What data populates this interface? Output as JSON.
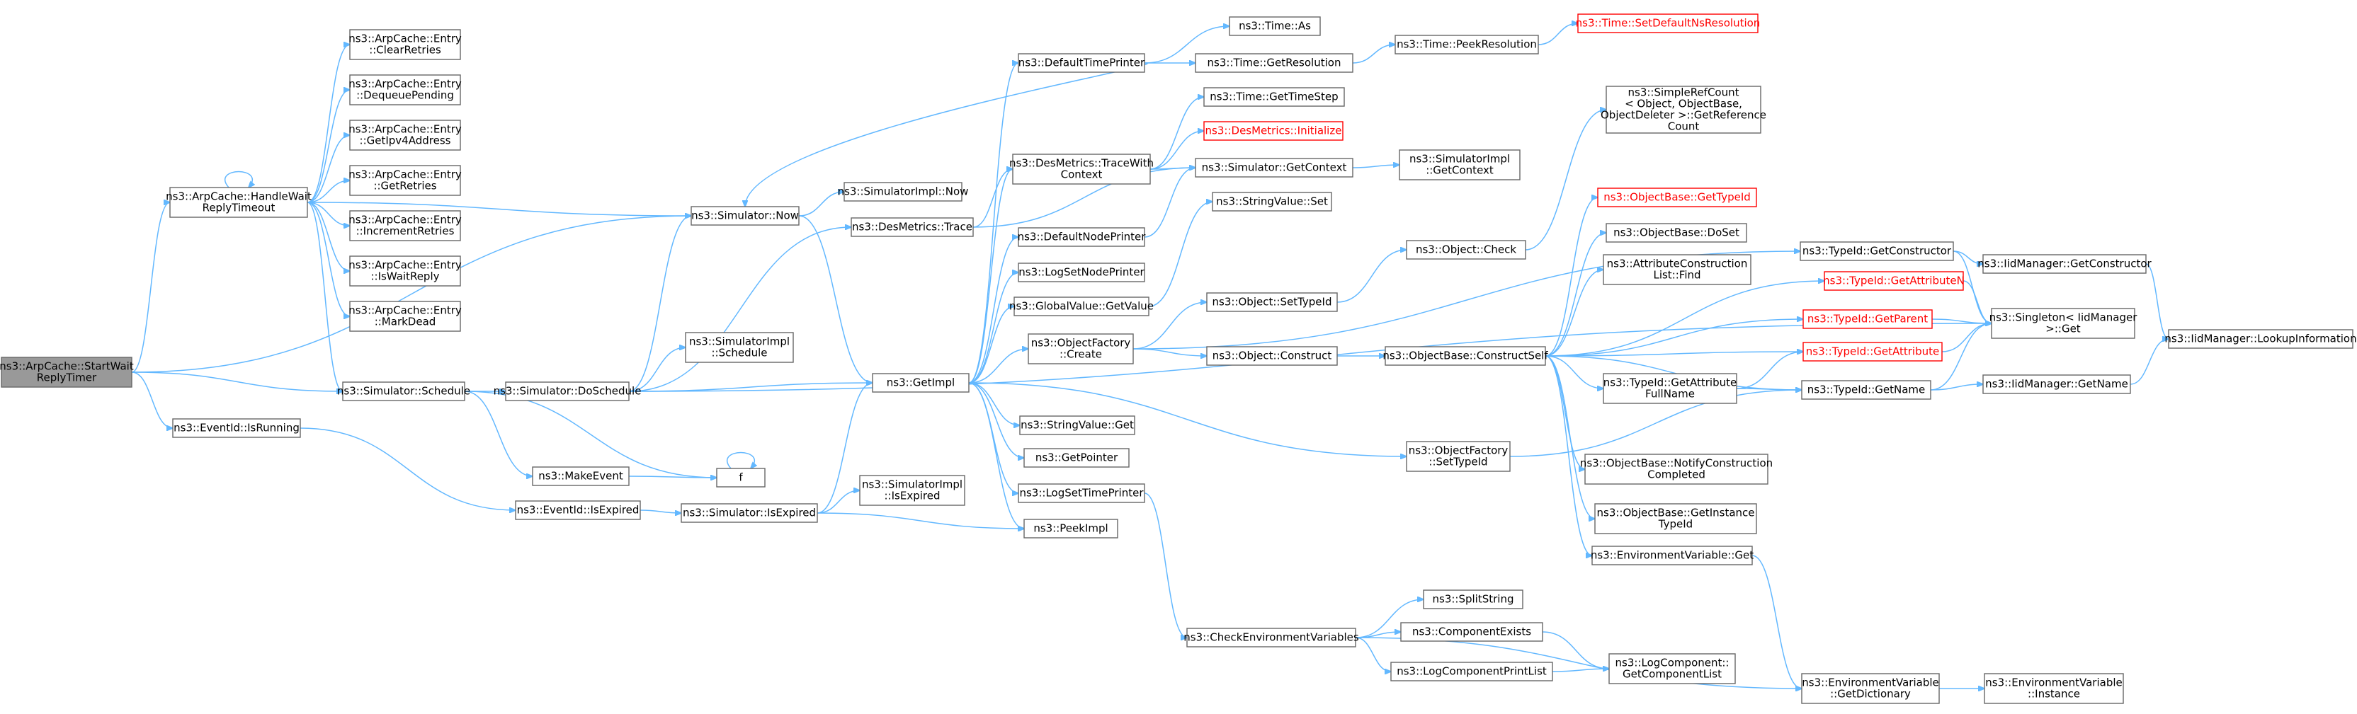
{
  "nodes": [
    {
      "id": "startwait",
      "lines": [
        "ns3::ArpCache::StartWait",
        "ReplyTimer"
      ],
      "root": true
    },
    {
      "id": "handlewait",
      "lines": [
        "ns3::ArpCache::HandleWait",
        "ReplyTimeout"
      ]
    },
    {
      "id": "clearretries",
      "lines": [
        "ns3::ArpCache::Entry",
        "::ClearRetries"
      ]
    },
    {
      "id": "dequeuepending",
      "lines": [
        "ns3::ArpCache::Entry",
        "::DequeuePending"
      ]
    },
    {
      "id": "getipv4",
      "lines": [
        "ns3::ArpCache::Entry",
        "::GetIpv4Address"
      ]
    },
    {
      "id": "getretries",
      "lines": [
        "ns3::ArpCache::Entry",
        "::GetRetries"
      ]
    },
    {
      "id": "incretries",
      "lines": [
        "ns3::ArpCache::Entry",
        "::IncrementRetries"
      ]
    },
    {
      "id": "iswaitreply",
      "lines": [
        "ns3::ArpCache::Entry",
        "::IsWaitReply"
      ]
    },
    {
      "id": "markdead",
      "lines": [
        "ns3::ArpCache::Entry",
        "::MarkDead"
      ]
    },
    {
      "id": "simnow",
      "lines": [
        "ns3::Simulator::Now"
      ]
    },
    {
      "id": "simimplnow",
      "lines": [
        "ns3::SimulatorImpl::Now"
      ]
    },
    {
      "id": "desmtrace",
      "lines": [
        "ns3::DesMetrics::Trace"
      ]
    },
    {
      "id": "simschedule",
      "lines": [
        "ns3::Simulator::Schedule"
      ]
    },
    {
      "id": "simdoschedule",
      "lines": [
        "ns3::Simulator::DoSchedule"
      ]
    },
    {
      "id": "simimplschedule",
      "lines": [
        "ns3::SimulatorImpl",
        "::Schedule"
      ]
    },
    {
      "id": "eventisrunning",
      "lines": [
        "ns3::EventId::IsRunning"
      ]
    },
    {
      "id": "makeevent",
      "lines": [
        "ns3::MakeEvent"
      ]
    },
    {
      "id": "f",
      "lines": [
        "f"
      ]
    },
    {
      "id": "eventisexpired",
      "lines": [
        "ns3::EventId::IsExpired"
      ]
    },
    {
      "id": "simisexpired",
      "lines": [
        "ns3::Simulator::IsExpired"
      ]
    },
    {
      "id": "simimplisexpired",
      "lines": [
        "ns3::SimulatorImpl",
        "::IsExpired"
      ]
    },
    {
      "id": "getimpl",
      "lines": [
        "ns3::GetImpl"
      ]
    },
    {
      "id": "deftimeprinter",
      "lines": [
        "ns3::DefaultTimePrinter"
      ]
    },
    {
      "id": "desmtracewith",
      "lines": [
        "ns3::DesMetrics::TraceWith",
        "Context"
      ]
    },
    {
      "id": "defnodeprinter",
      "lines": [
        "ns3::DefaultNodePrinter"
      ]
    },
    {
      "id": "logsetnodeprinter",
      "lines": [
        "ns3::LogSetNodePrinter"
      ]
    },
    {
      "id": "globalvalueget",
      "lines": [
        "ns3::GlobalValue::GetValue"
      ]
    },
    {
      "id": "objfactorycreate",
      "lines": [
        "ns3::ObjectFactory",
        "::Create"
      ]
    },
    {
      "id": "stringvalueget",
      "lines": [
        "ns3::StringValue::Get"
      ]
    },
    {
      "id": "getpointer",
      "lines": [
        "ns3::GetPointer"
      ]
    },
    {
      "id": "logsettimeprinter",
      "lines": [
        "ns3::LogSetTimePrinter"
      ]
    },
    {
      "id": "peekimpl",
      "lines": [
        "ns3::PeekImpl"
      ]
    },
    {
      "id": "timeas",
      "lines": [
        "ns3::Time::As"
      ]
    },
    {
      "id": "timegetres",
      "lines": [
        "ns3::Time::GetResolution"
      ]
    },
    {
      "id": "timegetstep",
      "lines": [
        "ns3::Time::GetTimeStep"
      ]
    },
    {
      "id": "desminit",
      "lines": [
        "ns3::DesMetrics::Initialize"
      ],
      "red": true
    },
    {
      "id": "simgetcontext",
      "lines": [
        "ns3::Simulator::GetContext"
      ]
    },
    {
      "id": "stringvalueset",
      "lines": [
        "ns3::StringValue::Set"
      ]
    },
    {
      "id": "objsettypeid",
      "lines": [
        "ns3::Object::SetTypeId"
      ]
    },
    {
      "id": "objconstruct",
      "lines": [
        "ns3::Object::Construct"
      ]
    },
    {
      "id": "objfactorysettypeid",
      "lines": [
        "ns3::ObjectFactory",
        "::SetTypeId"
      ]
    },
    {
      "id": "checkenv",
      "lines": [
        "ns3::CheckEnvironmentVariables"
      ]
    },
    {
      "id": "timepeekres",
      "lines": [
        "ns3::Time::PeekResolution"
      ]
    },
    {
      "id": "timesetdefns",
      "lines": [
        "ns3::Time::SetDefaultNsResolution"
      ],
      "red": true
    },
    {
      "id": "simimplgetcontext",
      "lines": [
        "ns3::SimulatorImpl",
        "::GetContext"
      ]
    },
    {
      "id": "objcheck",
      "lines": [
        "ns3::Object::Check"
      ]
    },
    {
      "id": "objbaseconstructself",
      "lines": [
        "ns3::ObjectBase::ConstructSelf"
      ]
    },
    {
      "id": "simplerefcount",
      "lines": [
        "ns3::SimpleRefCount",
        "< Object, ObjectBase,",
        "ObjectDeleter >::GetReference",
        "Count"
      ]
    },
    {
      "id": "objbasegettypeid",
      "lines": [
        "ns3::ObjectBase::GetTypeId"
      ],
      "red": true
    },
    {
      "id": "objbasedoset",
      "lines": [
        "ns3::ObjectBase::DoSet"
      ]
    },
    {
      "id": "attrconstructionfind",
      "lines": [
        "ns3::AttributeConstruction",
        "List::Find"
      ]
    },
    {
      "id": "typeidgetattrfullname",
      "lines": [
        "ns3::TypeId::GetAttribute",
        "FullName"
      ]
    },
    {
      "id": "objbasenotify",
      "lines": [
        "ns3::ObjectBase::NotifyConstruction",
        "Completed"
      ]
    },
    {
      "id": "objbasegetinstance",
      "lines": [
        "ns3::ObjectBase::GetInstance",
        "TypeId"
      ]
    },
    {
      "id": "envvarget",
      "lines": [
        "ns3::EnvironmentVariable::Get"
      ]
    },
    {
      "id": "splitstring",
      "lines": [
        "ns3::SplitString"
      ]
    },
    {
      "id": "componentexists",
      "lines": [
        "ns3::ComponentExists"
      ]
    },
    {
      "id": "logcomponentprintlist",
      "lines": [
        "ns3::LogComponentPrintList"
      ]
    },
    {
      "id": "logcomponentgetlist",
      "lines": [
        "ns3::LogComponent::",
        "GetComponentList"
      ]
    },
    {
      "id": "envvargetdict",
      "lines": [
        "ns3::EnvironmentVariable",
        "::GetDictionary"
      ]
    },
    {
      "id": "envvarinstance",
      "lines": [
        "ns3::EnvironmentVariable",
        "::Instance"
      ]
    },
    {
      "id": "typeidgetconstructor",
      "lines": [
        "ns3::TypeId::GetConstructor"
      ]
    },
    {
      "id": "typeidgetattributen",
      "lines": [
        "ns3::TypeId::GetAttributeN"
      ],
      "red": true
    },
    {
      "id": "typeidgetparent",
      "lines": [
        "ns3::TypeId::GetParent"
      ],
      "red": true
    },
    {
      "id": "typeidgetattribute",
      "lines": [
        "ns3::TypeId::GetAttribute"
      ],
      "red": true
    },
    {
      "id": "typeidgetname",
      "lines": [
        "ns3::TypeId::GetName"
      ]
    },
    {
      "id": "iidmgrgetconstructor",
      "lines": [
        "ns3::IidManager::GetConstructor"
      ]
    },
    {
      "id": "singletonget",
      "lines": [
        "ns3::Singleton< IidManager",
        ">::Get"
      ]
    },
    {
      "id": "iidmgrgetname",
      "lines": [
        "ns3::IidManager::GetName"
      ]
    },
    {
      "id": "iidmgrlookup",
      "lines": [
        "ns3::IidManager::LookupInformation"
      ]
    }
  ],
  "edges": [
    [
      "startwait",
      "handlewait"
    ],
    [
      "startwait",
      "simnow"
    ],
    [
      "startwait",
      "simschedule"
    ],
    [
      "startwait",
      "eventisrunning"
    ],
    [
      "handlewait",
      "handlewait"
    ],
    [
      "handlewait",
      "clearretries"
    ],
    [
      "handlewait",
      "dequeuepending"
    ],
    [
      "handlewait",
      "getipv4"
    ],
    [
      "handlewait",
      "getretries"
    ],
    [
      "handlewait",
      "incretries"
    ],
    [
      "handlewait",
      "iswaitreply"
    ],
    [
      "handlewait",
      "markdead"
    ],
    [
      "handlewait",
      "simnow"
    ],
    [
      "handlewait",
      "simschedule"
    ],
    [
      "simnow",
      "simimplnow"
    ],
    [
      "simnow",
      "getimpl"
    ],
    [
      "simschedule",
      "simdoschedule"
    ],
    [
      "simschedule",
      "makeevent"
    ],
    [
      "simschedule",
      "f"
    ],
    [
      "simdoschedule",
      "simnow"
    ],
    [
      "simdoschedule",
      "desmtrace"
    ],
    [
      "simdoschedule",
      "simimplschedule"
    ],
    [
      "simdoschedule",
      "getimpl"
    ],
    [
      "simdoschedule",
      "singletonget"
    ],
    [
      "eventisrunning",
      "eventisexpired"
    ],
    [
      "makeevent",
      "f"
    ],
    [
      "f",
      "f"
    ],
    [
      "eventisexpired",
      "simisexpired"
    ],
    [
      "simisexpired",
      "simimplisexpired"
    ],
    [
      "simisexpired",
      "getimpl"
    ],
    [
      "simisexpired",
      "peekimpl"
    ],
    [
      "desmtrace",
      "desmtracewith"
    ],
    [
      "desmtrace",
      "simgetcontext"
    ],
    [
      "getimpl",
      "deftimeprinter"
    ],
    [
      "getimpl",
      "desmtracewith"
    ],
    [
      "getimpl",
      "defnodeprinter"
    ],
    [
      "getimpl",
      "logsetnodeprinter"
    ],
    [
      "getimpl",
      "globalvalueget"
    ],
    [
      "getimpl",
      "objfactorycreate"
    ],
    [
      "getimpl",
      "stringvalueget"
    ],
    [
      "getimpl",
      "getpointer"
    ],
    [
      "getimpl",
      "logsettimeprinter"
    ],
    [
      "getimpl",
      "peekimpl"
    ],
    [
      "getimpl",
      "objfactorysettypeid"
    ],
    [
      "deftimeprinter",
      "timeas"
    ],
    [
      "deftimeprinter",
      "timegetres"
    ],
    [
      "deftimeprinter",
      "simnow"
    ],
    [
      "desmtracewith",
      "timegetstep"
    ],
    [
      "desmtracewith",
      "desminit"
    ],
    [
      "desmtracewith",
      "simgetcontext"
    ],
    [
      "defnodeprinter",
      "simgetcontext"
    ],
    [
      "globalvalueget",
      "stringvalueset"
    ],
    [
      "objfactorycreate",
      "objsettypeid"
    ],
    [
      "objfactorycreate",
      "objconstruct"
    ],
    [
      "objfactorycreate",
      "typeidgetconstructor"
    ],
    [
      "logsettimeprinter",
      "checkenv"
    ],
    [
      "timegetres",
      "timepeekres"
    ],
    [
      "timepeekres",
      "timesetdefns"
    ],
    [
      "simgetcontext",
      "simimplgetcontext"
    ],
    [
      "objsettypeid",
      "objcheck"
    ],
    [
      "objconstruct",
      "objbaseconstructself"
    ],
    [
      "objcheck",
      "simplerefcount"
    ],
    [
      "objbaseconstructself",
      "objbasegettypeid"
    ],
    [
      "objbaseconstructself",
      "objbasedoset"
    ],
    [
      "objbaseconstructself",
      "attrconstructionfind"
    ],
    [
      "objbaseconstructself",
      "typeidgetattributen"
    ],
    [
      "objbaseconstructself",
      "typeidgetparent"
    ],
    [
      "objbaseconstructself",
      "typeidgetattribute"
    ],
    [
      "objbaseconstructself",
      "typeidgetattrfullname"
    ],
    [
      "objbaseconstructself",
      "typeidgetname"
    ],
    [
      "objbaseconstructself",
      "objbasenotify"
    ],
    [
      "objbaseconstructself",
      "objbasegetinstance"
    ],
    [
      "objbaseconstructself",
      "envvarget"
    ],
    [
      "objfactorysettypeid",
      "typeidgetname"
    ],
    [
      "typeidgetattrfullname",
      "typeidgetattribute"
    ],
    [
      "typeidgetattrfullname",
      "typeidgetname"
    ],
    [
      "typeidgetconstructor",
      "iidmgrgetconstructor"
    ],
    [
      "typeidgetconstructor",
      "singletonget"
    ],
    [
      "typeidgetattributen",
      "singletonget"
    ],
    [
      "typeidgetparent",
      "singletonget"
    ],
    [
      "typeidgetattribute",
      "singletonget"
    ],
    [
      "typeidgetname",
      "singletonget"
    ],
    [
      "typeidgetname",
      "iidmgrgetname"
    ],
    [
      "iidmgrgetconstructor",
      "iidmgrlookup"
    ],
    [
      "iidmgrgetname",
      "iidmgrlookup"
    ],
    [
      "envvarget",
      "envvargetdict"
    ],
    [
      "checkenv",
      "splitstring"
    ],
    [
      "checkenv",
      "componentexists"
    ],
    [
      "checkenv",
      "logcomponentprintlist"
    ],
    [
      "checkenv",
      "envvargetdict"
    ],
    [
      "componentexists",
      "logcomponentgetlist"
    ],
    [
      "logcomponentprintlist",
      "logcomponentgetlist"
    ],
    [
      "envvargetdict",
      "envvarinstance"
    ]
  ],
  "colors": {
    "edge": "#63b8ff",
    "node_border": "#666666",
    "root_fill": "#999999",
    "missing_border": "#ff0000"
  }
}
